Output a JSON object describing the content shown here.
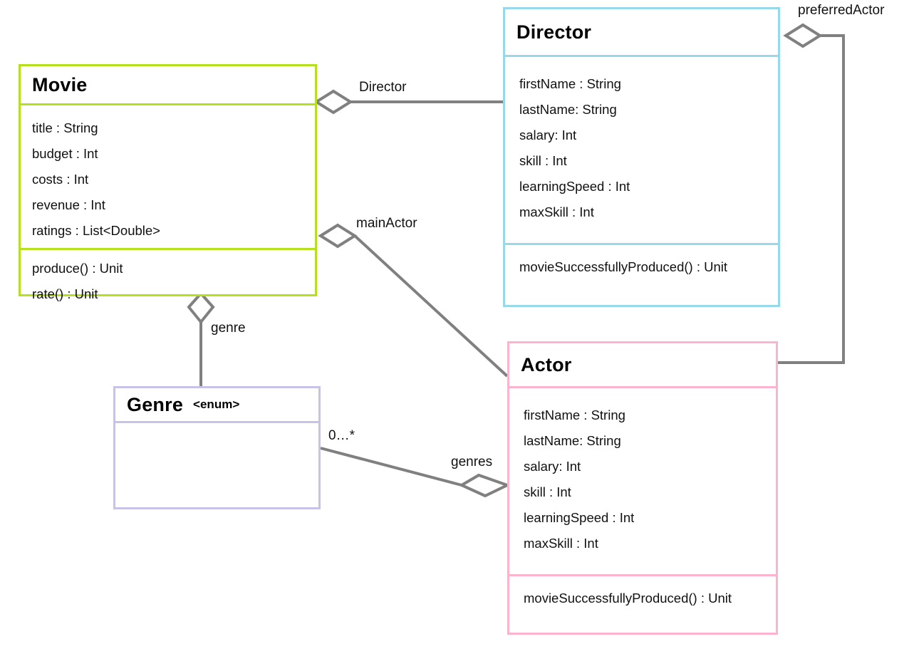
{
  "diagram": {
    "title": "UML Class Diagram",
    "background": "#ffffff",
    "line_color": "#808080"
  },
  "classes": [
    {
      "id": "movie",
      "name": "Movie",
      "stereotype": "",
      "accent": "#b5e01e",
      "attributes": [
        "title : String",
        "budget : Int",
        "costs : Int",
        "revenue : Int",
        "ratings : List<Double>"
      ],
      "methods": [
        "produce() : Unit",
        "rate() : Unit"
      ]
    },
    {
      "id": "director",
      "name": "Director",
      "stereotype": "",
      "accent": "#96d9ea",
      "attributes": [
        "firstName : String",
        "lastName: String",
        "salary: Int",
        "skill : Int",
        "learningSpeed : Int",
        " maxSkill : Int"
      ],
      "methods": [
        "movieSuccessfullyProduced() : Unit"
      ]
    },
    {
      "id": "actor",
      "name": "Actor",
      "stereotype": "",
      "accent": "#fcb3cd",
      "attributes": [
        "firstName : String",
        "lastName: String",
        "salary: Int",
        "skill : Int",
        "learningSpeed : Int",
        " maxSkill : Int"
      ],
      "methods": [
        "movieSuccessfullyProduced() : Unit"
      ]
    },
    {
      "id": "genre",
      "name": "Genre",
      "stereotype": "<enum>",
      "accent": "#c7c2e8",
      "attributes": [],
      "methods": []
    }
  ],
  "associations": [
    {
      "id": "director-assoc",
      "label": "Director",
      "from": "movie",
      "to": "director",
      "aggregation_end": "movie"
    },
    {
      "id": "mainactor-assoc",
      "label": "mainActor",
      "from": "movie",
      "to": "actor",
      "aggregation_end": "movie"
    },
    {
      "id": "genre-assoc",
      "label": "genre",
      "from": "movie",
      "to": "genre",
      "aggregation_end": "movie"
    },
    {
      "id": "genres-assoc",
      "label": "genres",
      "multiplicity": "0…*",
      "from": "genre",
      "to": "actor",
      "aggregation_end": "actor"
    },
    {
      "id": "preferredactor-assoc",
      "label": "preferredActor",
      "from": "director",
      "to": "actor",
      "aggregation_end": "director"
    }
  ]
}
